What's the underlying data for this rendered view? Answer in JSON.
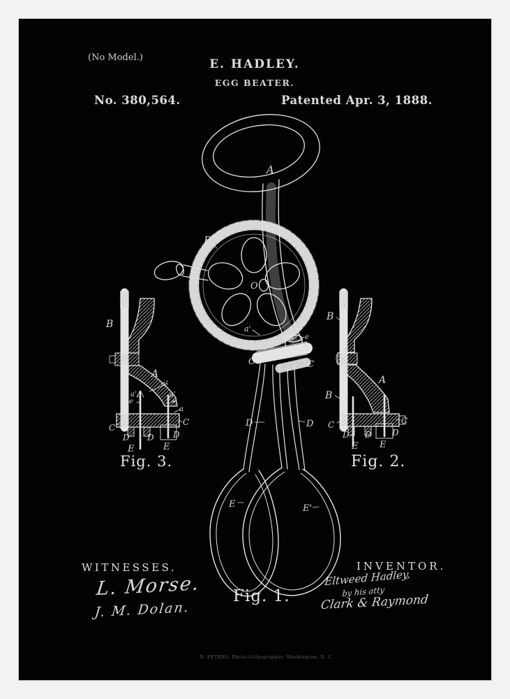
{
  "header": {
    "no_model": "(No Model.)",
    "inventor_title": "E. HADLEY.",
    "subject": "EGG BEATER.",
    "patent_number": "No. 380,564.",
    "patent_date": "Patented Apr. 3, 1888."
  },
  "captions": {
    "fig1": "Fig. 1.",
    "fig2": "Fig. 2.",
    "fig3": "Fig. 3."
  },
  "ref_labels": {
    "A": "A",
    "B": "B",
    "C": "C",
    "D": "D",
    "E": "E",
    "E_prime": "E'",
    "O": "O",
    "a": "a",
    "a_prime": "a'",
    "a_2": "a²",
    "e": "e"
  },
  "footer": {
    "witnesses_heading": "WITNESSES.",
    "witness_signature_1": "L. Morse.",
    "witness_signature_2": "J. M. Dolan.",
    "inventor_heading": "INVENTOR.",
    "inventor_signature": "Eltweed Hadley,",
    "attorney_by_line": "by his atty",
    "attorney_signature": "Clark & Raymond",
    "lithographer_line": "N. PETERS, Photo-Lithographer, Washington, D. C."
  },
  "colors": {
    "background": "#020202",
    "frame": "#f3f2f0",
    "ink": "#e4e4e4"
  }
}
